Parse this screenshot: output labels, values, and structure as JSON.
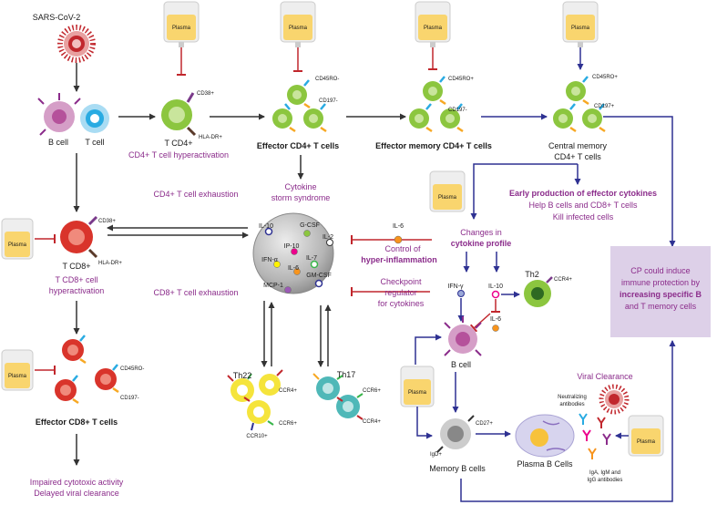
{
  "labels": {
    "sars": "SARS-CoV-2",
    "bcell": "B cell",
    "tcell": "T cell",
    "tcd4": "T CD4+",
    "cd4_hyper": "CD4+ T cell hyperactivation",
    "cd38": "CD38+",
    "hladr": "HLA-DR+",
    "cd45ro_neg": "CD45RO-",
    "cd197_neg": "CD197-",
    "cd45ro_pos": "CD45RO+",
    "cd197_pos": "CD197+",
    "eff_cd4": "Effector CD4+ T cells",
    "effmem_cd4": "Effector memory CD4+ T cells",
    "centmem_1": "Central memory",
    "centmem_2": "CD4+ T cells",
    "storm_1": "Cytokine",
    "storm_2": "storm syndrome",
    "cd4_exhaustion": "CD4+ T cell exhaustion",
    "cd8_exhaustion": "CD8+ T cell exhaustion",
    "early_prod": "Early production of effector cytokines",
    "help_b": "Help B cells and CD8+ T cells",
    "kill": "Kill infected cells",
    "changes_1": "Changes in",
    "changes_2": "cytokine profile",
    "control_1": "Control of",
    "control_2": "hyper-inflammation",
    "checkpoint_1": "Checkpoint",
    "checkpoint_2": "regulator",
    "checkpoint_3": "for cytokines",
    "tcd8": "T CD8+",
    "cd8_hyper_1": "T CD8+ cell",
    "cd8_hyper_2": "hyperactivation",
    "eff_cd8": "Effector CD8+ T cells",
    "impaired": "Impaired cytotoxic activity",
    "delayed": "Delayed viral clearance",
    "th22": "Th22",
    "th17": "Th17",
    "th2": "Th2",
    "ccr4": "CCR4+",
    "ccr6": "CCR6+",
    "ccr10": "CCR10+",
    "ifng": "IFN-γ",
    "il10": "IL-10",
    "il6": "IL-6",
    "bcell2": "B cell",
    "memb": "Memory B cells",
    "cd27": "CD27+",
    "igd": "IgD+",
    "plasmab": "Plasma B Cells",
    "viral_clearance": "Viral Clearance",
    "neut_1": "Neutralizing",
    "neut_2": "antibodies",
    "ig_1": "IgA, IgM and",
    "ig_2": "IgG antibodies",
    "cp_1": "CP could induce",
    "cp_2": "immune protection by",
    "cp_3": "increasing specific B",
    "cp_4": "and T memory cells",
    "plasma": "Plasma"
  },
  "cytokines": {
    "il10": "IL-10",
    "gcsf": "G-CSF",
    "il2": "IL-2",
    "ip10": "IP-10",
    "il7": "IL-7",
    "ifna": "IFN-α",
    "il6": "IL-6",
    "gmcsf": "GM-CSF",
    "mcp1": "MCP-1"
  },
  "colors": {
    "arrow_dark": "#333333",
    "arrow_navy": "#2e3192",
    "inhibit_red": "#c1272d",
    "purple_text": "#8b2c8b",
    "cp_box": "#ddd0e8",
    "plasma_yellow": "#f9d56e",
    "green_cell": "#8cc63f",
    "red_cell": "#d9342b",
    "purple_bcell": "#b5519b",
    "blue_tcell": "#29abe2",
    "yellow_th22": "#f5e43c",
    "teal_th17": "#4fb8b8",
    "gray_memb": "#9a9a9a",
    "macro_gray": "#b3b3b3"
  }
}
